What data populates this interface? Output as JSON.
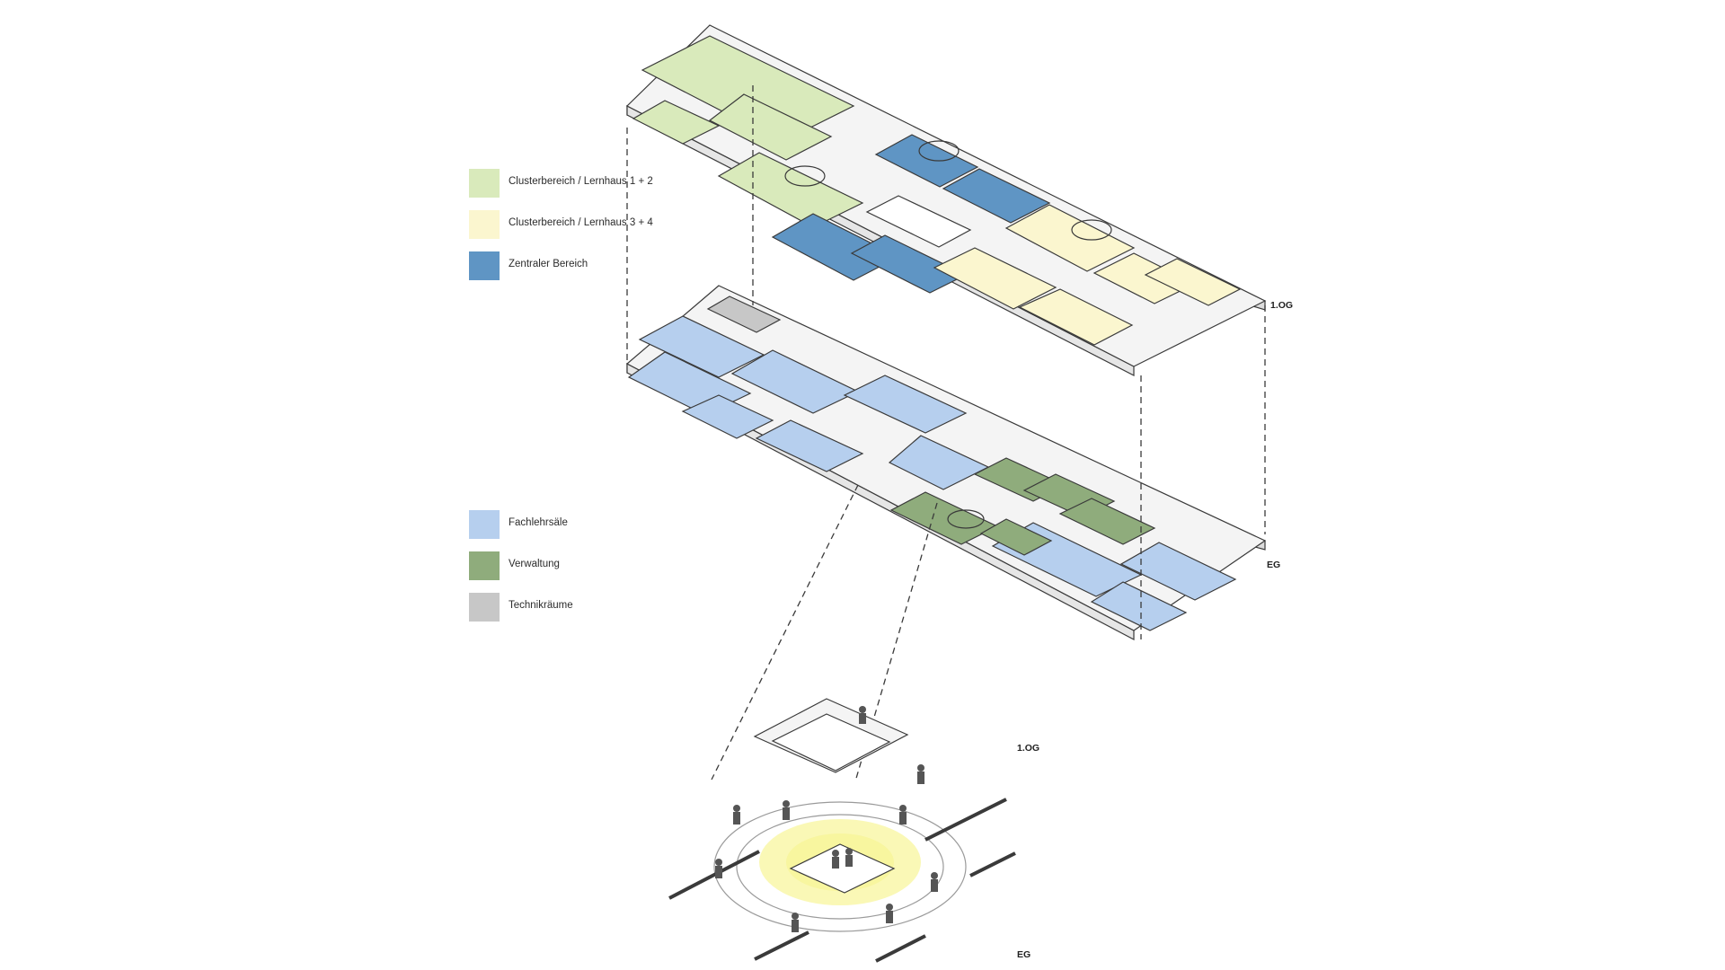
{
  "legend_upper": [
    {
      "label": "Clusterbereich / Lernhaus 1 + 2",
      "color": "#d9eabb"
    },
    {
      "label": "Clusterbereich / Lernhaus 3 + 4",
      "color": "#fbf6cf"
    },
    {
      "label": "Zentraler Bereich",
      "color": "#5f95c4"
    }
  ],
  "legend_lower": [
    {
      "label": "Fachlehrsäle",
      "color": "#b6cfee"
    },
    {
      "label": "Verwaltung",
      "color": "#8fac7c"
    },
    {
      "label": "Technikräume",
      "color": "#c7c7c7"
    }
  ],
  "levels": {
    "top_floor": "1.OG",
    "ground_floor": "EG",
    "detail_top": "1.OG",
    "detail_ground": "EG"
  },
  "colors": {
    "line": "#3a3a3a",
    "slab": "#f2f2f2",
    "light_yellow": "#f5f27a"
  }
}
